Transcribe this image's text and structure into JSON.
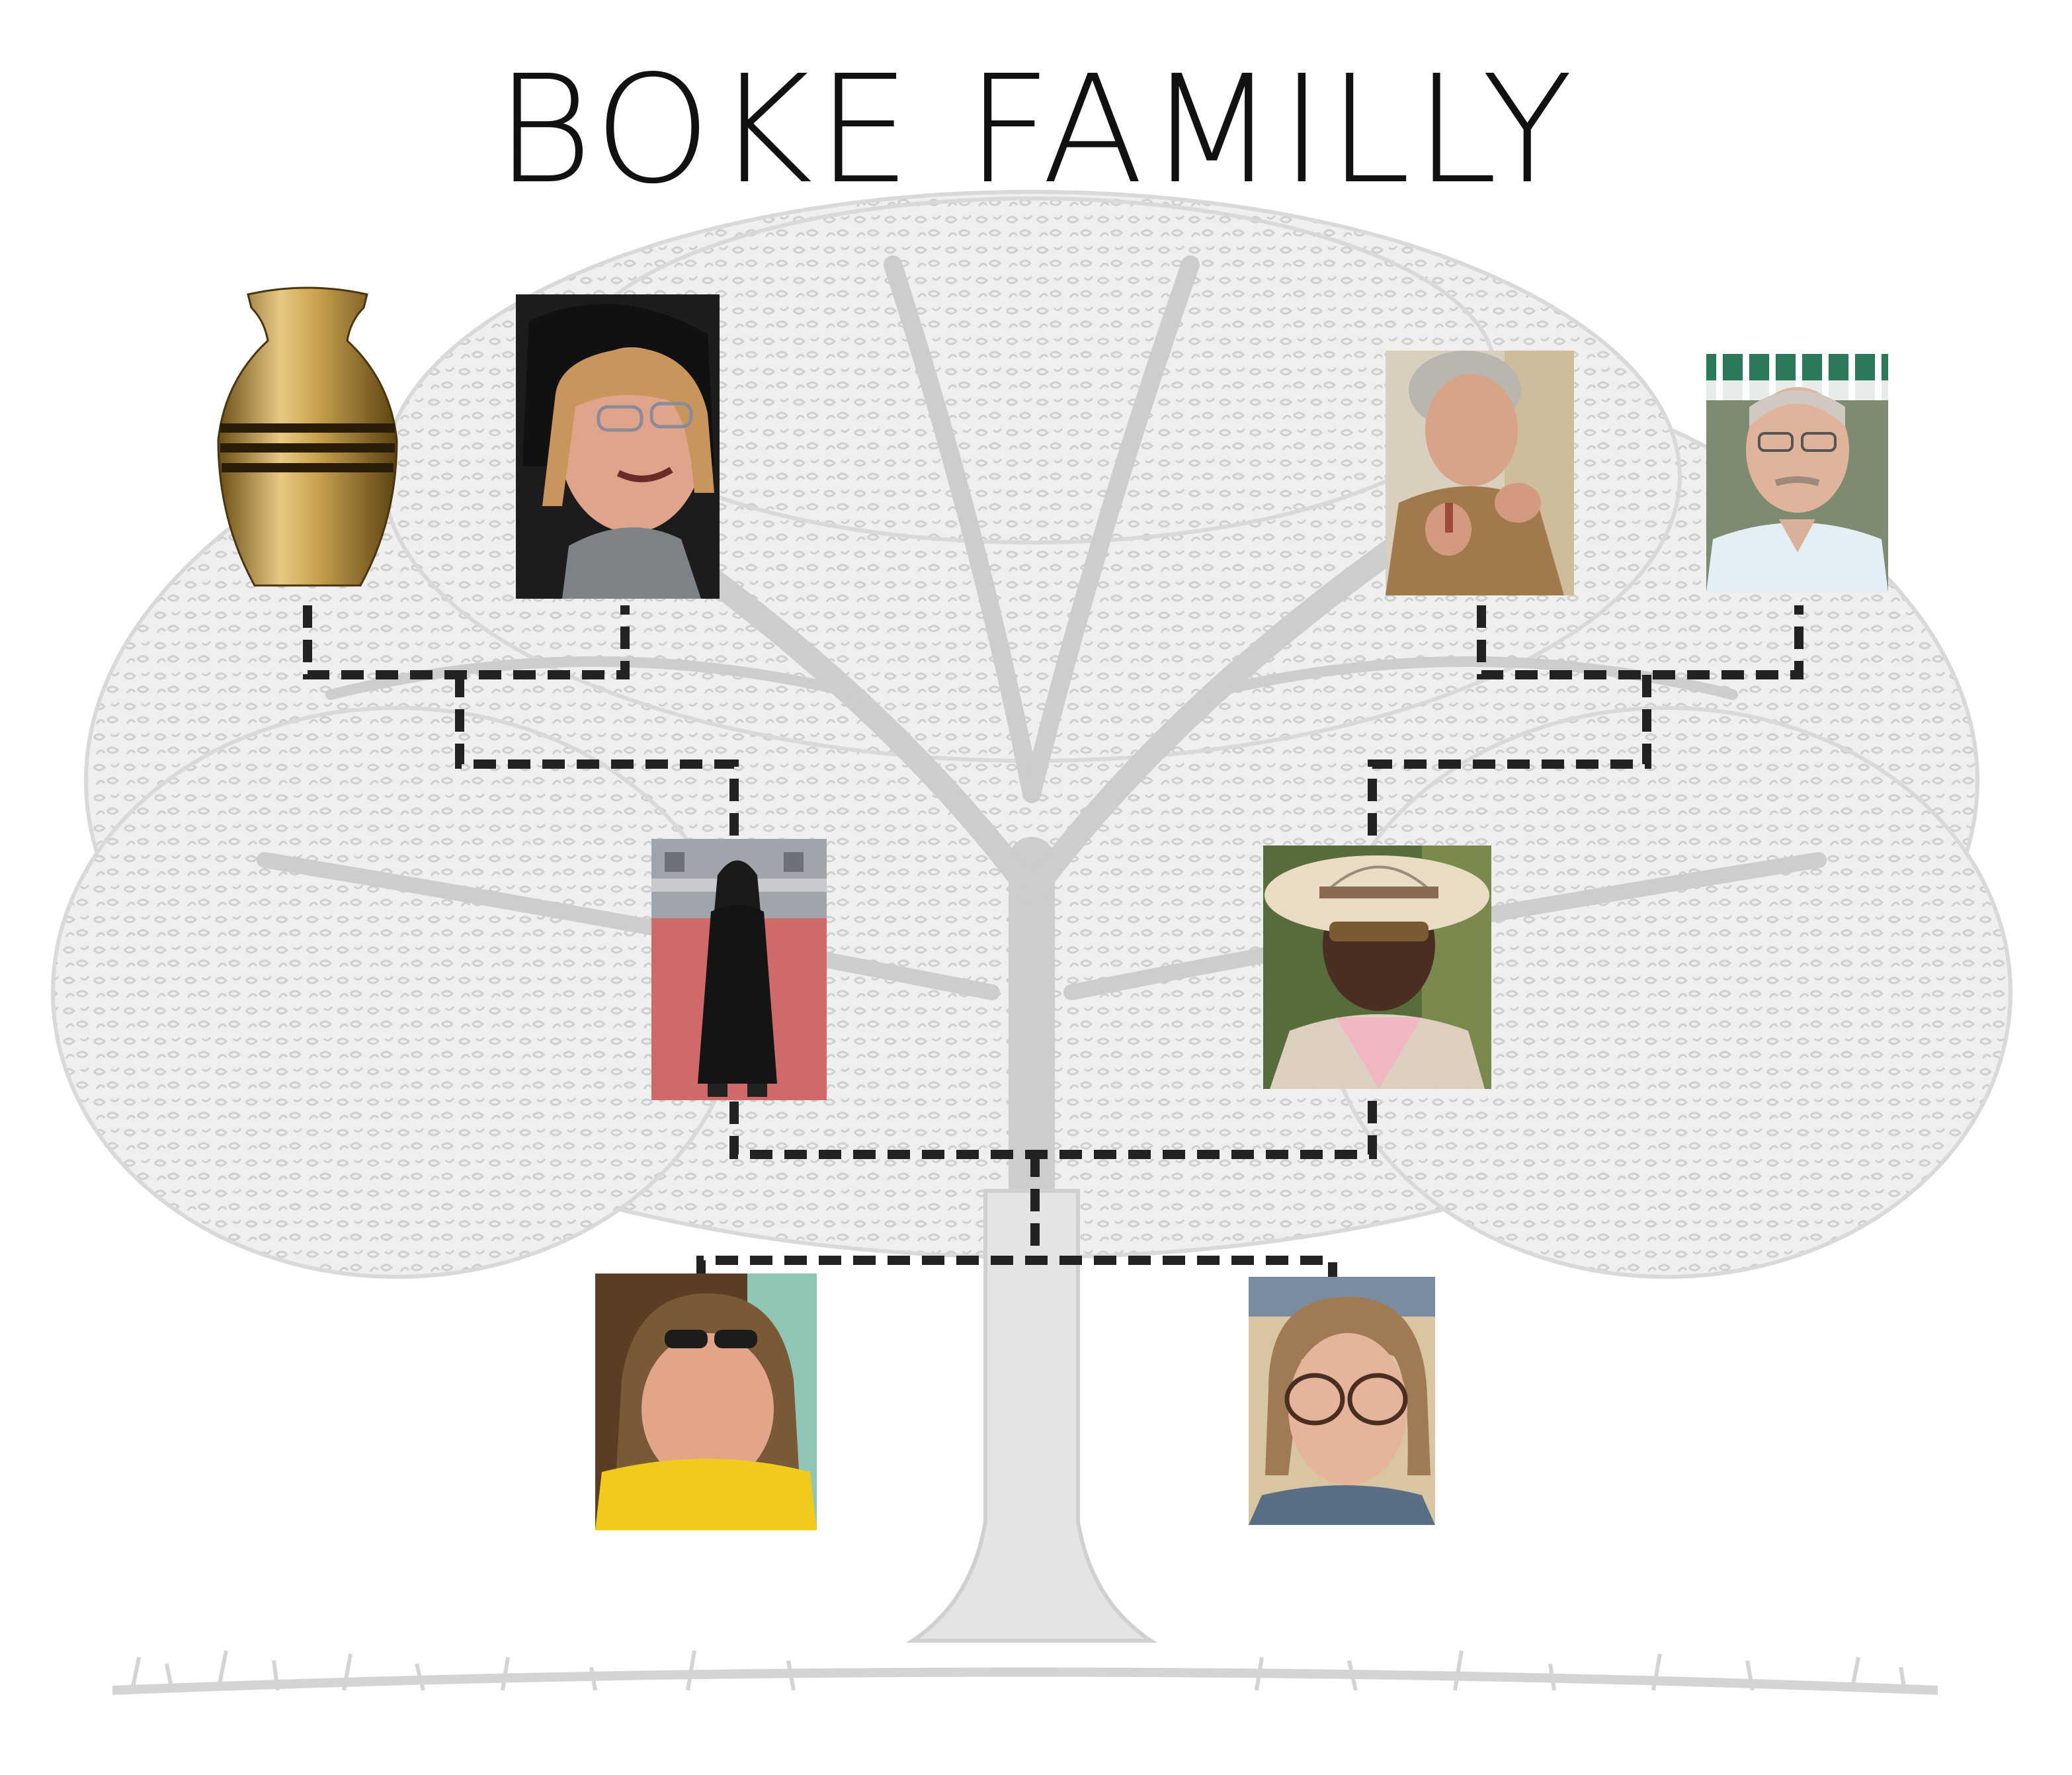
{
  "title": "BOKE FAMILLY",
  "colors": {
    "background": "#ffffff",
    "tree": "#d9d9d9",
    "connector": "#222222",
    "title": "#111111"
  },
  "members": [
    {
      "id": "gp1",
      "generation": 1,
      "kind": "urn-icon"
    },
    {
      "id": "gp2",
      "generation": 1,
      "kind": "elderly-woman-headscarf-photo"
    },
    {
      "id": "gp3",
      "generation": 1,
      "kind": "elderly-woman-photo"
    },
    {
      "id": "gp4",
      "generation": 1,
      "kind": "elderly-man-photo"
    },
    {
      "id": "p1",
      "generation": 2,
      "kind": "woman-red-carpet-photo"
    },
    {
      "id": "p2",
      "generation": 2,
      "kind": "man-straw-hat-photo"
    },
    {
      "id": "c1",
      "generation": 3,
      "kind": "young-woman-sunglasses-photo"
    },
    {
      "id": "c2",
      "generation": 3,
      "kind": "young-man-glasses-photo"
    }
  ],
  "relations": [
    {
      "parents": [
        "gp1",
        "gp2"
      ],
      "children": [
        "p1"
      ]
    },
    {
      "parents": [
        "gp3",
        "gp4"
      ],
      "children": [
        "p2"
      ]
    },
    {
      "parents": [
        "p1",
        "p2"
      ],
      "children": [
        "c1",
        "c2"
      ]
    }
  ]
}
